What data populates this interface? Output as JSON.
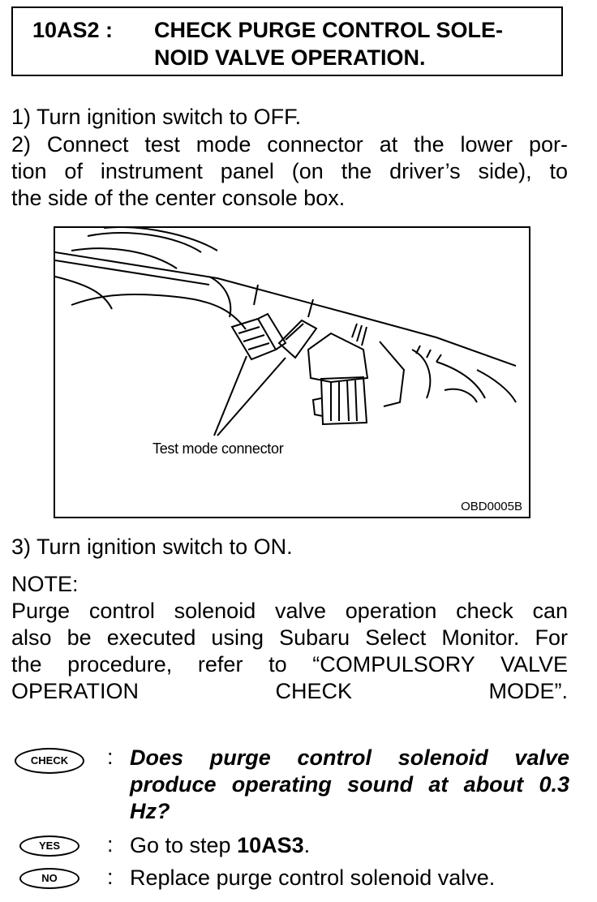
{
  "header": {
    "step_id": "10AS2 :",
    "title_line1": "CHECK PURGE CONTROL SOLE-",
    "title_line2": "NOID VALVE OPERATION."
  },
  "steps": {
    "s1": "1)  Turn ignition switch to OFF.",
    "s2_line1": "2)  Connect test mode connector at the lower por-",
    "s2_line2": "tion of instrument panel (on the driver’s side), to",
    "s2_line3": "the side of the center console box.",
    "s3": "3)  Turn ignition switch to ON."
  },
  "figure": {
    "caption": "Test mode connector",
    "code": "OBD0005B"
  },
  "note": {
    "label": "NOTE:",
    "line1": "Purge control solenoid valve operation check can",
    "line2": "also be executed using Subaru Select Monitor. For",
    "line3": "the procedure, refer to “COMPULSORY VALVE",
    "line4": "OPERATION  CHECK  MODE”."
  },
  "check": {
    "badge": "CHECK",
    "colon": ":",
    "q_line1": "Does purge control solenoid valve",
    "q_line2": "produce operating sound at about 0.3",
    "q_line3": "Hz?"
  },
  "yes": {
    "badge": "YES",
    "colon": ":",
    "text": "Go to step ",
    "target": "10AS3",
    "end": "."
  },
  "no": {
    "badge": "NO",
    "colon": ":",
    "text": "Replace purge control solenoid valve."
  }
}
